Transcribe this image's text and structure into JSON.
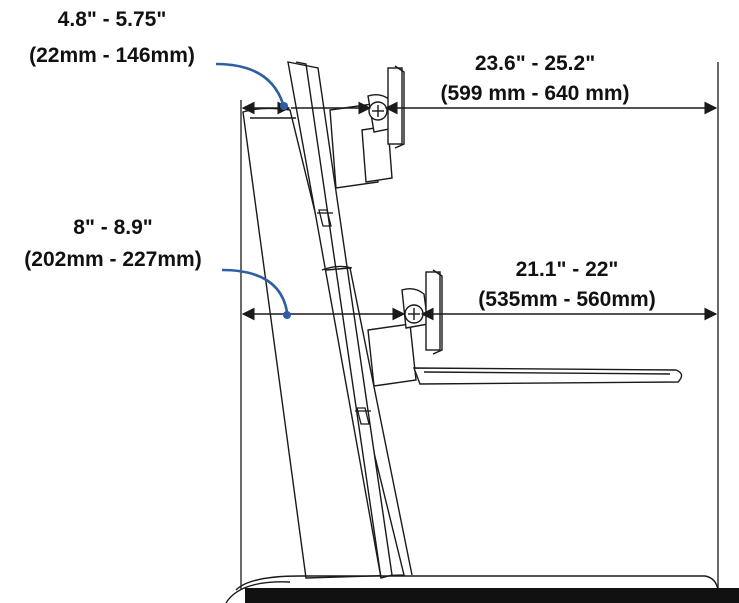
{
  "dimensions": {
    "top_left": {
      "line1": "4.8\" - 5.75\"",
      "line2": "(22mm - 146mm)"
    },
    "top_right": {
      "line1": "23.6\" - 25.2\"",
      "line2": "(599 mm - 640 mm)"
    },
    "mid_left": {
      "line1": "8\" - 8.9\"",
      "line2": "(202mm - 227mm)"
    },
    "mid_right": {
      "line1": "21.1\" - 22\"",
      "line2": "(535mm - 560mm)"
    }
  },
  "colors": {
    "leader": "#2e5fa3",
    "line": "#1a1a1a",
    "base": "#111111"
  }
}
